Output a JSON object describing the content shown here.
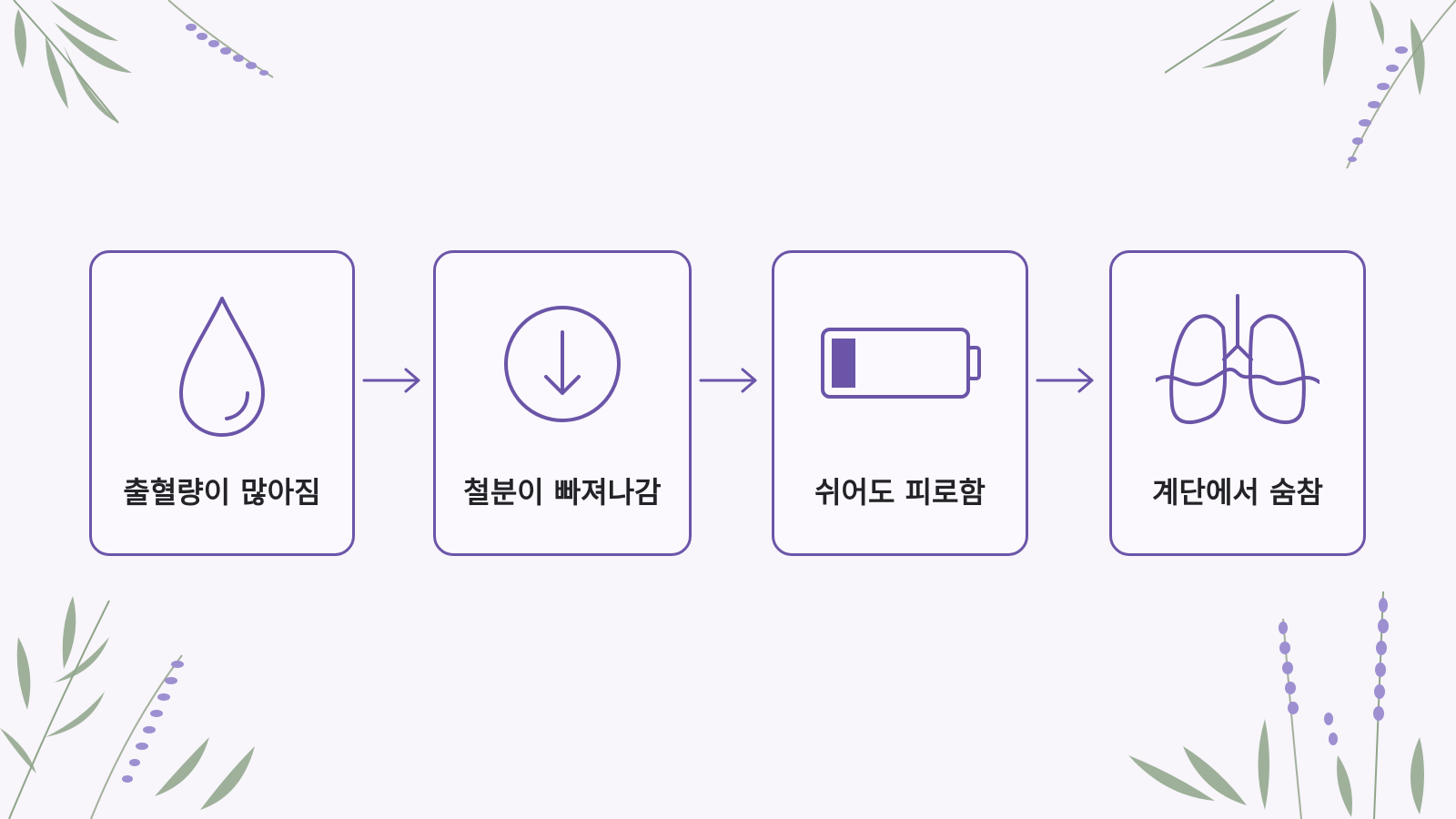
{
  "colors": {
    "background": "#f8f5fb",
    "accent": "#6b55a8",
    "text": "#232226",
    "leaf": "#8fa58a",
    "lavender": "#9d8fd0"
  },
  "steps": [
    {
      "label": "출혈량이 많아짐",
      "icon": "water-drop-icon"
    },
    {
      "label": "철분이 빠져나감",
      "icon": "down-arrow-circle-icon"
    },
    {
      "label": "쉬어도 피로함",
      "icon": "low-battery-icon"
    },
    {
      "label": "계단에서 숨참",
      "icon": "lungs-icon"
    }
  ],
  "decorations": [
    "lavender-sprig-icon",
    "leaf-branch-icon"
  ]
}
